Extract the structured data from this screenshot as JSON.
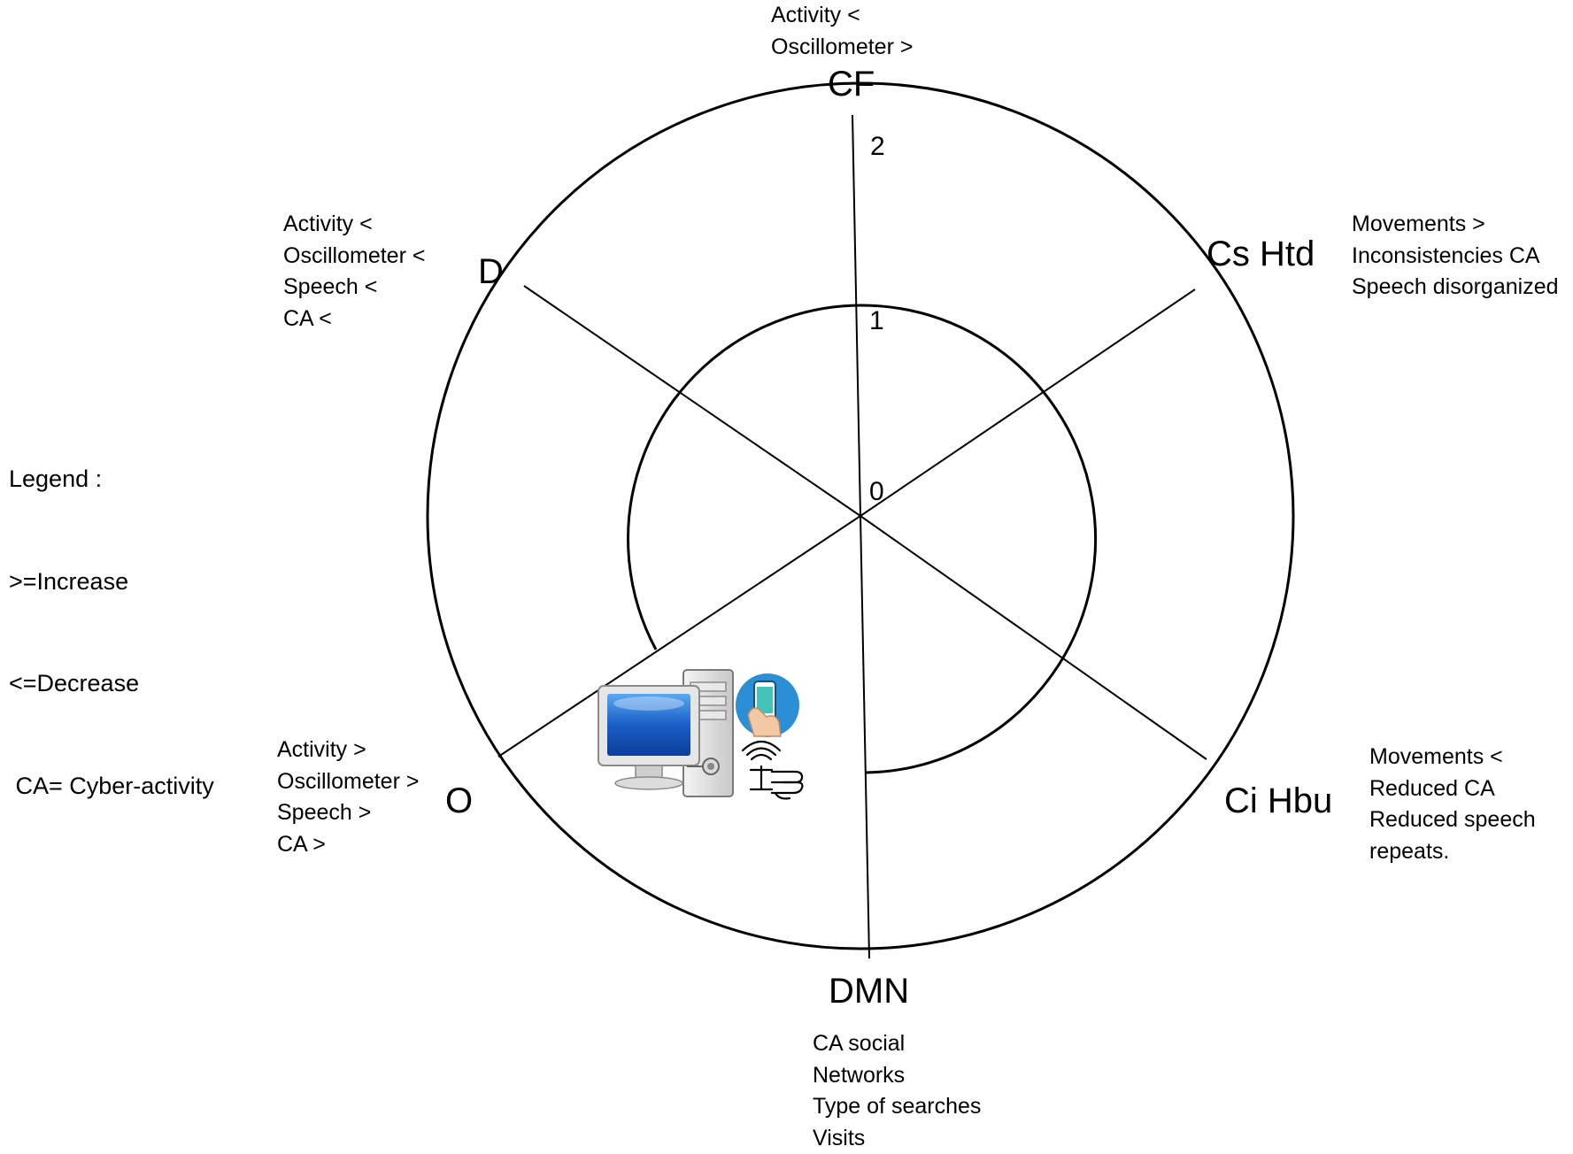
{
  "axes": [
    {
      "id": "cf",
      "label": "CF",
      "notes": [
        "Activity <",
        "Oscillometer >"
      ]
    },
    {
      "id": "cs-htd",
      "label": "Cs Htd",
      "notes": [
        "Movements >",
        "Inconsistencies CA",
        "Speech disorganized"
      ]
    },
    {
      "id": "ci-hbu",
      "label": "Ci Hbu",
      "notes": [
        "Movements <",
        "Reduced CA",
        "Reduced speech",
        "repeats."
      ]
    },
    {
      "id": "dmn",
      "label": "DMN",
      "notes": [
        "CA social",
        "Networks",
        "Type of searches",
        "Visits"
      ]
    },
    {
      "id": "o",
      "label": "O",
      "notes": [
        "Activity >",
        "Oscillometer >",
        "Speech >",
        "CA >"
      ]
    },
    {
      "id": "d",
      "label": "D",
      "notes": [
        "Activity <",
        "Oscillometer <",
        "Speech <",
        "CA <"
      ]
    }
  ],
  "scale_ticks": [
    "0",
    "1",
    "2"
  ],
  "legend": [
    "Legend :",
    ">=Increase",
    "<=Decrease",
    " CA= Cyber-activity"
  ],
  "icons": [
    "computer-icon",
    "smartphone-hand-icon",
    "hand-contactless-icon"
  ],
  "colors": {
    "line": "#000000",
    "monitor": "#1a5fc8",
    "phone_circle": "#2b8fd6"
  }
}
